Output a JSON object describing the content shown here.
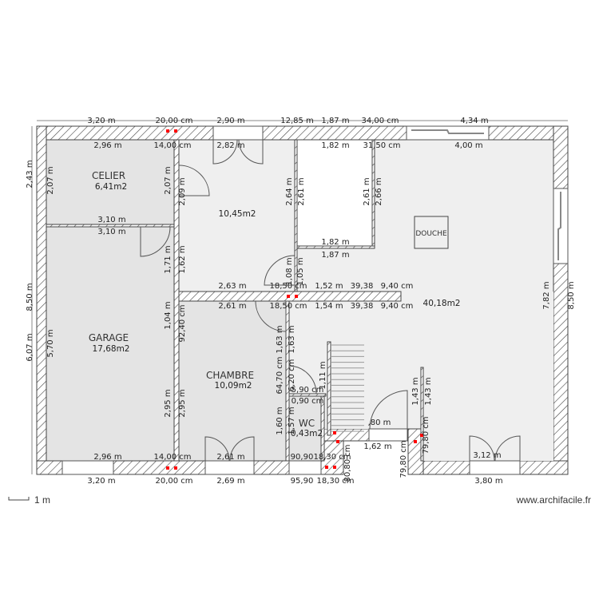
{
  "plan": {
    "rooms": [
      {
        "name": "CELIER",
        "area": "6,41m2"
      },
      {
        "name": "",
        "area": "10,45m2"
      },
      {
        "name": "DOUCHE",
        "area": ""
      },
      {
        "name": "",
        "area": "40,18m2"
      },
      {
        "name": "GARAGE",
        "area": "17,68m2"
      },
      {
        "name": "CHAMBRE",
        "area": "10,09m2"
      },
      {
        "name": "WC",
        "area": "0,43m2"
      }
    ],
    "dimensions": [
      "3,20 m",
      "20,00 cm",
      "2,90 m",
      "12,85 m",
      "1,87 m",
      "34,00 cm",
      "4,34 m",
      "2,96 m",
      "14,00 cm",
      "2,82 m",
      "1,82 m",
      "31,50 cm",
      "4,00 m",
      "2,43 m",
      "8,50 m",
      "6,07 m",
      "2,07 m",
      "2,07 m",
      "2,09 m",
      "2,64 m",
      "2,61 m",
      "2,61 m",
      "2,66 m",
      "3,10 m",
      "3,10 m",
      "1,71 m",
      "1,62 m",
      "1,82 m",
      "1,87 m",
      "1,08 m",
      "1,05 m",
      "2,63 m",
      "18,50 cm",
      "1,52 m",
      "39,38",
      "9,40 cm",
      "2,61 m",
      "18,50 cm",
      "1,54 m",
      "39,38",
      "9,40 cm",
      "7,82 m",
      "8,50 m",
      "5,70 m",
      "1,04 m",
      "92,40 cm",
      "1,63 m",
      "1,63 m",
      "2,95 m",
      "2,95 m",
      "64,70 cm",
      "6,20 cm",
      "5,90 cm",
      "0,90 cm",
      "1,11 m",
      "1,60 m",
      "1,57 m",
      "1,43 m",
      "1,43 m",
      ",80 m",
      "1,62 m",
      "79,80 cm",
      "80,80 cm",
      "79,80 cm",
      "2,96 m",
      "14,00 cm",
      "2,61 m",
      "90,90",
      "18,30 cm",
      "3,12 m",
      "3,20 m",
      "20,00 cm",
      "2,69 m",
      "95,90",
      "18,30 cm",
      "3,80 m"
    ],
    "scale_label": "1 m",
    "watermark": "www.archifacile.fr"
  },
  "colors": {
    "wall": "#555555",
    "room_dark": "#e4e4e4",
    "room_light": "#efefef",
    "marker": "#ff0000"
  }
}
